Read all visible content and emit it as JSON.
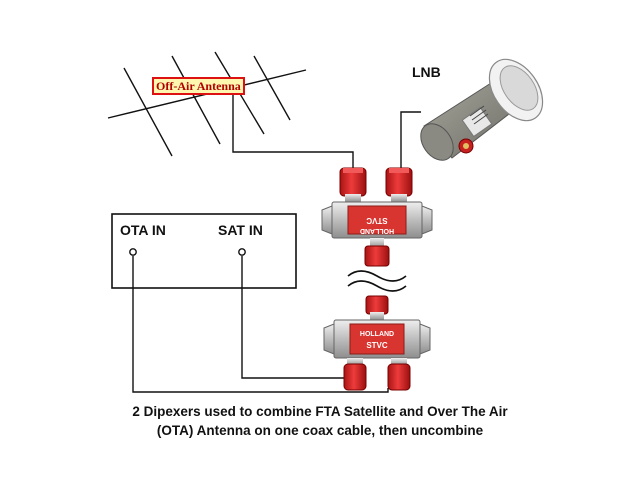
{
  "antenna_label": "Off-Air Antenna",
  "lnb_label": "LNB",
  "receiver": {
    "ota_in_label": "OTA IN",
    "sat_in_label": "SAT IN"
  },
  "diplexer_top": {
    "brand": "HOLLAND",
    "model": "STVC"
  },
  "diplexer_bottom": {
    "brand": "HOLLAND",
    "model": "STVC"
  },
  "caption": {
    "line1": "2 Dipexers used to combine FTA Satellite and Over The Air",
    "line2": "(OTA) Antenna on one coax cable, then uncombine"
  },
  "colors": {
    "connector_red": "#d42a2a",
    "splitter_body": "#e03a34",
    "lnb_gray": "#8a8a82",
    "label_border": "#dd1111"
  }
}
